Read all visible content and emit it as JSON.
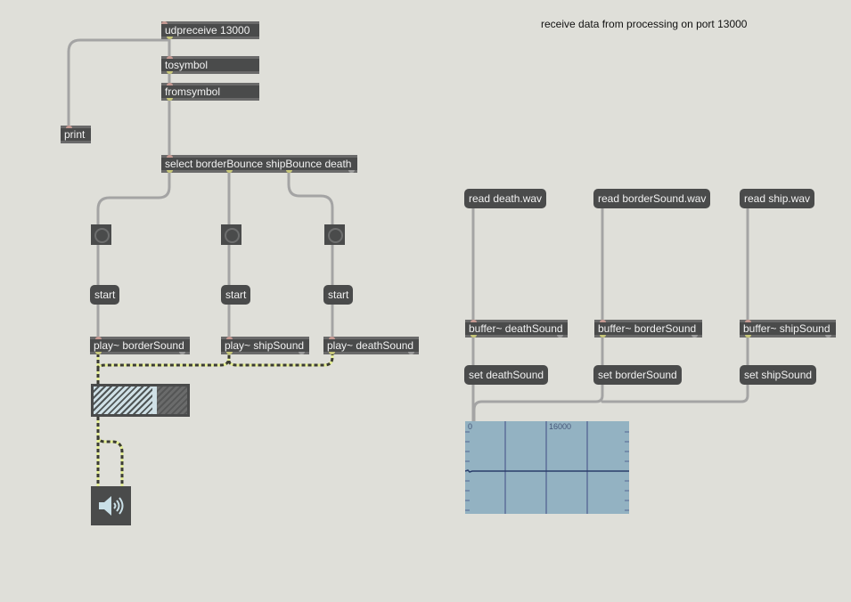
{
  "comment": "receive data from processing on port 13000",
  "objects": {
    "udpreceive": "udpreceive 13000",
    "tosymbol": "tosymbol",
    "fromsymbol": "fromsymbol",
    "print": "print",
    "select": "select borderBounce shipBounce death",
    "play_border": "play~ borderSound",
    "play_ship": "play~ shipSound",
    "play_death": "play~ deathSound",
    "buffer_death": "buffer~ deathSound",
    "buffer_border": "buffer~ borderSound",
    "buffer_ship": "buffer~ shipSound"
  },
  "messages": {
    "start_1": "start",
    "start_2": "start",
    "start_3": "start",
    "read_death": "read death.wav",
    "read_border": "read borderSound.wav",
    "read_ship": "read ship.wav",
    "set_death": "set deathSound",
    "set_border": "set borderSound",
    "set_ship": "set shipSound"
  },
  "meter": {
    "level": 0.66
  },
  "waveform": {
    "start_label": "0",
    "mid_label": "16000"
  },
  "icons": {
    "bang": "bang-circle",
    "speaker": "speaker-icon"
  }
}
